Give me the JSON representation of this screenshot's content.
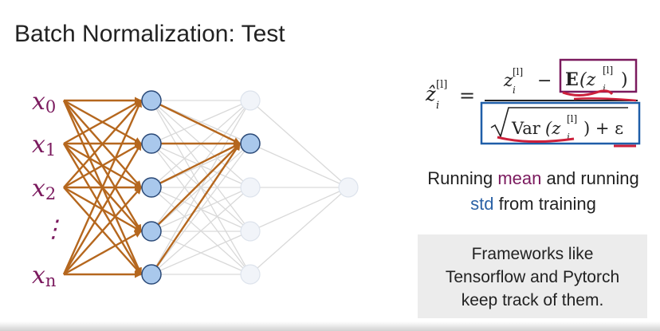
{
  "slide": {
    "title": "Batch Normalization: Test"
  },
  "inputs": [
    {
      "base": "x",
      "sub": "0"
    },
    {
      "base": "x",
      "sub": "1"
    },
    {
      "base": "x",
      "sub": "2"
    },
    {
      "base": "⋮",
      "sub": ""
    },
    {
      "base": "x",
      "sub": "n"
    }
  ],
  "formula": {
    "lhs": "ẑ",
    "lhs_sub": "i",
    "lhs_sup": "[l]",
    "equals": "=",
    "numerator_z": "z",
    "numerator_sub": "i",
    "numerator_sup": "[l]",
    "minus": "−",
    "expectation": "E",
    "expectation_arg": "(z",
    "expectation_sub": "i",
    "expectation_sup": "[l]",
    "expectation_close": ")",
    "var": "Var",
    "var_arg": "(z",
    "var_sub": "i",
    "var_sup": "[l]",
    "var_close": ") + ε"
  },
  "notes": {
    "running_1": "Running ",
    "mean": "mean",
    "running_2": " and running",
    "std": "std",
    "running_3": " from training"
  },
  "frameworks": {
    "line1": "Frameworks  like",
    "line2": "Tensorflow and Pytorch",
    "line3": "keep track of them."
  },
  "colors": {
    "edge_active": "#b5671e",
    "edge_faded": "#d9d9d9",
    "node_active_fill": "#a9c8ec",
    "node_active_stroke": "#2b4a78",
    "node_faded_fill": "#f1f4f9",
    "node_faded_stroke": "#dde3ec",
    "input_label": "#7b1a5e",
    "expectation_box": "#7b1a5e",
    "variance_box": "#1f5ea8",
    "annotation_red": "#cc1f3a"
  }
}
